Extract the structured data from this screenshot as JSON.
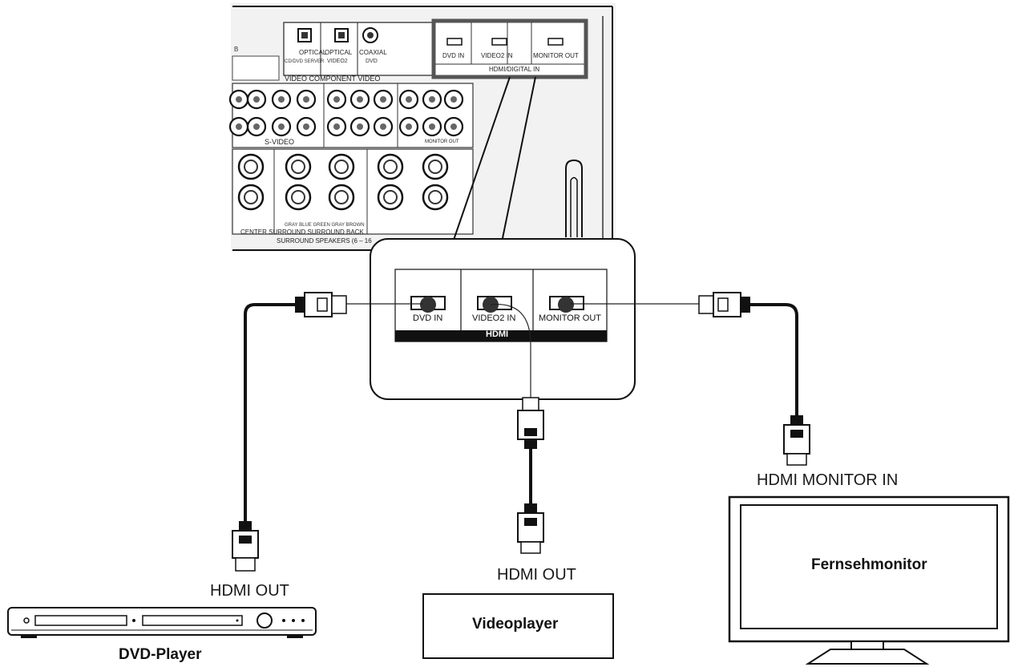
{
  "receiver_panel": {
    "digital_audio_in": [
      "OPTICAL",
      "OPTICAL",
      "COAXIAL"
    ],
    "digital_audio_sub": [
      "CD/DVD SERVER",
      "VIDEO2",
      "DVD"
    ],
    "hdmi_ports_small": [
      "DVD IN",
      "VIDEO2 IN",
      "MONITOR OUT"
    ],
    "hdmi_small_caption": "HDMI/DIGITAL IN",
    "video_caption": "VIDEO COMPONENT VIDEO",
    "svideo_caption": "S-VIDEO",
    "monitor_out_small": "MONITOR OUT",
    "speaker_caption_1": "GRAY BLUE GREEN GRAY BROWN",
    "speaker_caption_2": "CENTER SURROUND SURROUND BACK",
    "speaker_caption_3": "SURROUND SPEAKERS (6 – 16"
  },
  "zoom_panel": {
    "ports": [
      "DVD IN",
      "VIDEO2 IN",
      "MONITOR OUT"
    ],
    "caption": "HDMI"
  },
  "labels": {
    "dvd_hdmi_out": "HDMI OUT",
    "video_hdmi_out": "HDMI OUT",
    "monitor_hdmi_in": "HDMI MONITOR IN"
  },
  "devices": {
    "dvd_player": "DVD-Player",
    "video_player": "Videoplayer",
    "tv": "Fernsehmonitor"
  }
}
